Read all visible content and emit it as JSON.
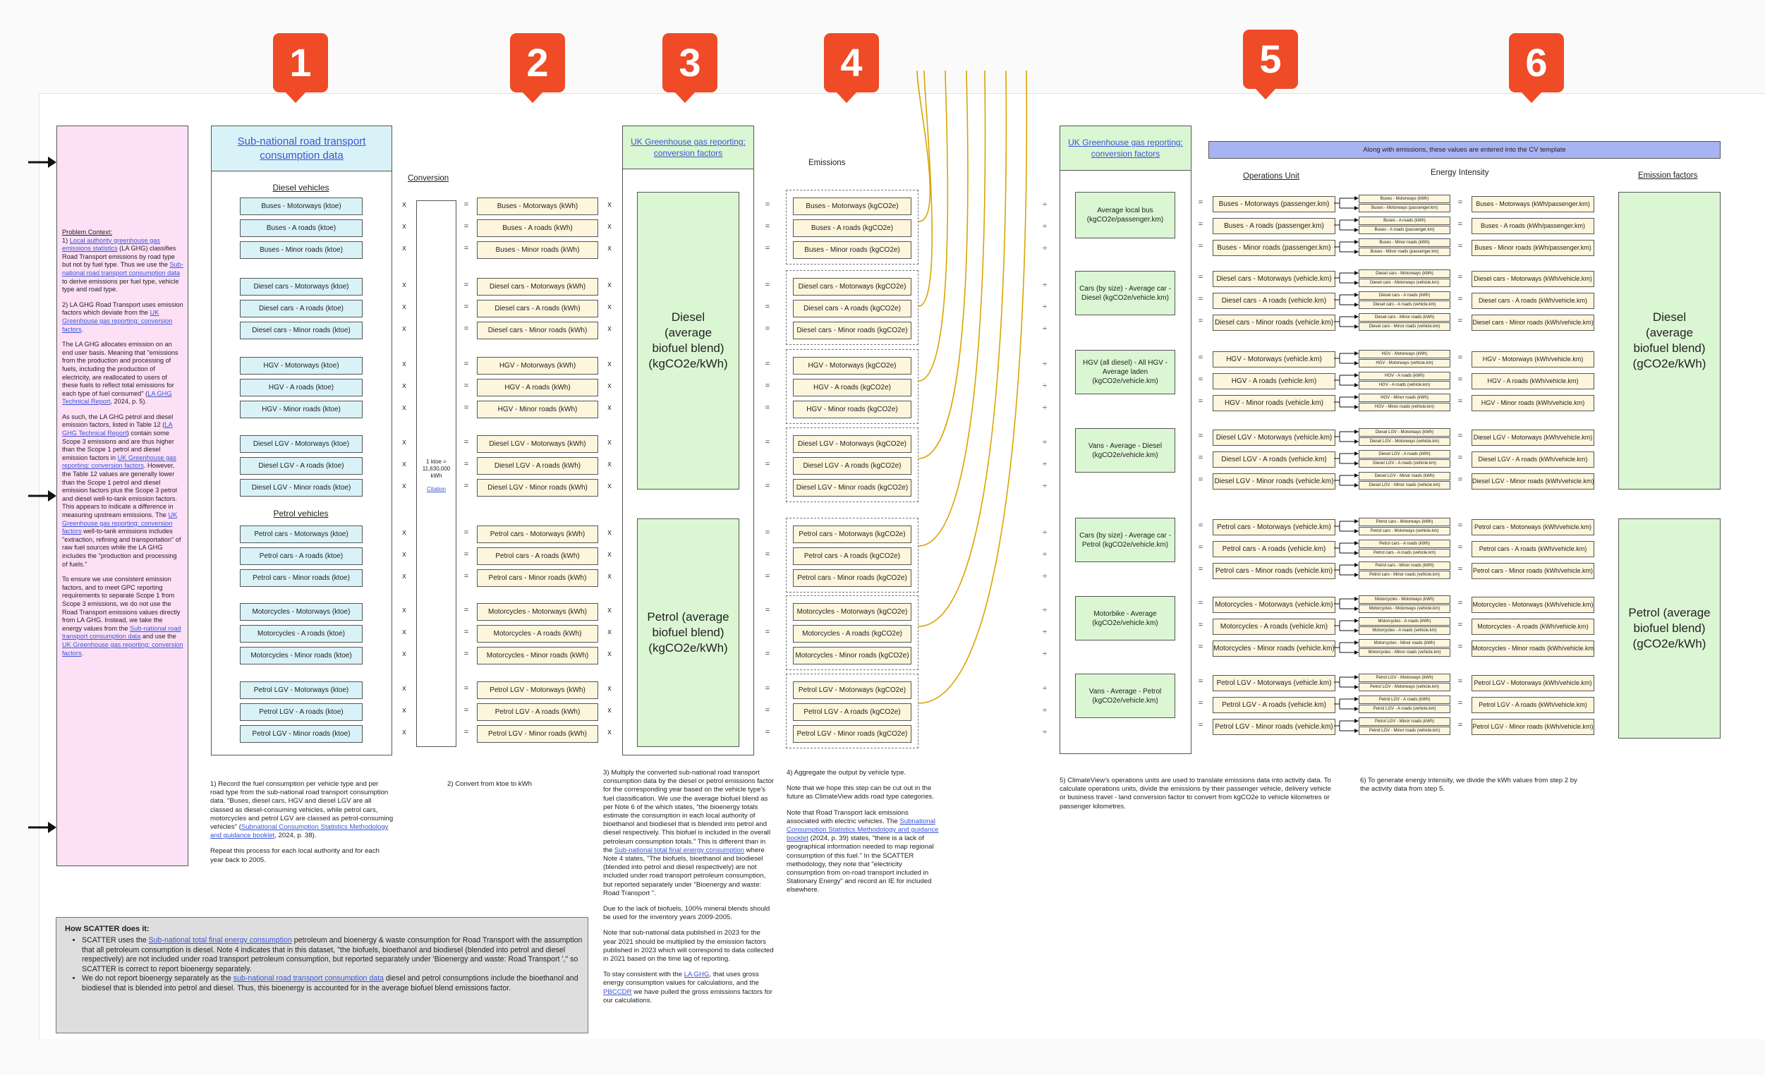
{
  "markers": [
    "1",
    "2",
    "3",
    "4",
    "5",
    "6"
  ],
  "step1": {
    "title": "Sub-national road transport consumption data",
    "diesel_heading": "Diesel vehicles",
    "petrol_heading": "Petrol vehicles",
    "diesel_items": [
      "Buses - Motorways (ktoe)",
      "Buses - A roads (ktoe)",
      "Buses - Minor roads (ktoe)",
      "Diesel cars - Motorways (ktoe)",
      "Diesel cars - A roads (ktoe)",
      "Diesel cars - Minor roads (ktoe)",
      "HGV - Motorways (ktoe)",
      "HGV - A roads (ktoe)",
      "HGV - Minor roads (ktoe)",
      "Diesel LGV - Motorways (ktoe)",
      "Diesel LGV - A roads (ktoe)",
      "Diesel LGV - Minor roads (ktoe)"
    ],
    "petrol_items": [
      "Petrol cars - Motorways (ktoe)",
      "Petrol cars - A roads (ktoe)",
      "Petrol cars - Minor roads (ktoe)",
      "Motorcycles - Motorways (ktoe)",
      "Motorcycles - A roads (ktoe)",
      "Motorcycles - Minor roads (ktoe)",
      "Petrol LGV - Motorways (ktoe)",
      "Petrol LGV - A roads (ktoe)",
      "Petrol LGV - Minor roads (ktoe)"
    ],
    "note_p1": "1) Record the fuel consumption per vehicle type and per road type from the sub-national road transport consumption data. \"Buses, diesel cars, HGV and diesel LGV are all classed as diesel-consuming vehicles, while petrol cars, motorcycles and petrol LGV are classed as petrol-consuming vehicles\" (",
    "note_link": "Subnational Consumption Statistics Methodology and guidance booklet",
    "note_p1_end": ", 2024, p. 38).",
    "note_p2": "Repeat this process for each local authority and for each year back to 2005."
  },
  "conversion": {
    "heading": "Conversion",
    "factor": "1 ktoe = 11,630,000 kWh",
    "citation": "Citation",
    "note": "2) Convert from ktoe to kWh"
  },
  "step2": {
    "items": [
      "Buses - Motorways (kWh)",
      "Buses - A roads (kWh)",
      "Buses - Minor roads (kWh)",
      "Diesel cars - Motorways (kWh)",
      "Diesel cars - A roads (kWh)",
      "Diesel cars - Minor roads (kWh)",
      "HGV - Motorways (kWh)",
      "HGV - A roads (kWh)",
      "HGV - Minor roads (kWh)",
      "Diesel LGV - Motorways (kWh)",
      "Diesel LGV - A roads (kWh)",
      "Diesel LGV - Minor roads (kWh)",
      "Petrol cars - Motorways (kWh)",
      "Petrol cars - A roads (kWh)",
      "Petrol cars - Minor roads (kWh)",
      "Motorcycles - Motorways (kWh)",
      "Motorcycles - A roads (kWh)",
      "Motorcycles - Minor roads (kWh)",
      "Petrol LGV - Motorways (kWh)",
      "Petrol LGV - A roads (kWh)",
      "Petrol LGV - Minor roads (kWh)"
    ]
  },
  "step3": {
    "title": "UK Greenhouse gas reporting: conversion factors",
    "diesel": "Diesel (average biofuel blend) (kgCO2e/kWh)",
    "petrol": "Petrol (average biofuel blend) (kgCO2e/kWh)",
    "note_p1a": "3) Multiply the converted sub-national road transport consumption data by the diesel or petrol emissions factor for the corresponding year based on the vehicle type's fuel classification. We use the average biofuel blend as per Note 6 of the which states, \"the bioenergy totals estimate the consumption in each local authority of bioethanol and biodiesel that is blended into petrol and diesel respectively. This biofuel is included in the overall petroleum consumption totals.\" This is different than in the ",
    "note_link1": "Sub-national total final energy consumption",
    "note_p1b": " where Note 4 states, \"The biofuels, bioethanol and biodiesel (blended into petrol and diesel respectively) are not included under road transport petroleum consumption, but reported separately under \"Bioenergy and waste: Road Transport \".",
    "note_p2": "Due to the lack of biofuels, 100% mineral blends should be used for the inventory years 2009-2005.",
    "note_p3": "Note that sub-national data published in 2023 for the year 2021 should be multiplied by the emission factors published in 2023 which will correspond to data collected in 2021 based on the time lag of reporting.",
    "note_p4a": "To stay consistent with the ",
    "note_link2": "LA GHG",
    "note_p4b": ", that uses gross energy consumption values for calculations, and the ",
    "note_link3": "PBCCDR",
    "note_p4c": " we have pulled the gross emissions factors for our calculations."
  },
  "step4": {
    "heading": "Emissions",
    "items": [
      "Buses - Motorways (kgCO2e)",
      "Buses - A roads (kgCO2e)",
      "Buses - Minor roads (kgCO2e)",
      "Diesel cars - Motorways (kgCO2e)",
      "Diesel cars - A roads (kgCO2e)",
      "Diesel cars - Minor roads (kgCO2e)",
      "HGV - Motorways (kgCO2e)",
      "HGV - A roads (kgCO2e)",
      "HGV - Minor roads (kgCO2e)",
      "Diesel LGV - Motorways (kgCO2e)",
      "Diesel LGV - A roads (kgCO2e)",
      "Diesel LGV - Minor roads (kgCO2e)",
      "Petrol cars - Motorways (kgCO2e)",
      "Petrol cars - A roads (kgCO2e)",
      "Petrol cars - Minor roads (kgCO2e)",
      "Motorcycles - Motorways (kgCO2e)",
      "Motorcycles - A roads (kgCO2e)",
      "Motorcycles - Minor roads (kgCO2e)",
      "Petrol LGV - Motorways (kgCO2e)",
      "Petrol LGV - A roads (kgCO2e)",
      "Petrol LGV - Minor roads (kgCO2e)"
    ],
    "note_p1": "4) Aggregate the output by vehicle type.",
    "note_p2": "Note that we hope this step can be cut out in the future as ClimateView adds road type categories.",
    "note_p3a": "Note that Road Transport lack emissions associated with electric vehicles. The ",
    "note_link": "Subnational Consumption Statistics Methodology and guidance booklet",
    "note_p3b": " (2024, p. 39) states, \"there is a lack of geographical information needed to map regional consumption of this fuel.\" In the SCATTER methodology, they note that \"electricity consumption from on-road transport included in Stationary Energy\" and record an IE for included elsewhere."
  },
  "step5": {
    "title": "UK Greenhouse gas reporting: conversion factors",
    "factors": [
      "Average local bus (kgCO2e/passenger.km)",
      "Cars (by size) - Average car - Diesel (kgCO2e/vehicle.km)",
      "HGV (all diesel) - All HGV - Average laden (kgCO2e/vehicle.km)",
      "Vans - Average - Diesel (kgCO2e/vehicle.km)",
      "Cars (by size) - Average car - Petrol (kgCO2e/vehicle.km)",
      "Motorbike - Average (kgCO2e/vehicle.km)",
      "Vans - Average - Petrol (kgCO2e/vehicle.km)"
    ],
    "ops_heading": "Operations Unit",
    "ops": [
      "Buses - Motorways (passenger.km)",
      "Buses - A roads (passenger.km)",
      "Buses - Minor roads (passenger.km)",
      "Diesel cars - Motorways (vehicle.km)",
      "Diesel cars - A roads (vehicle.km)",
      "Diesel cars - Minor roads (vehicle.km)",
      "HGV - Motorways (vehicle.km)",
      "HGV - A roads (vehicle.km)",
      "HGV - Minor roads (vehicle.km)",
      "Diesel LGV - Motorways (vehicle.km)",
      "Diesel LGV - A roads (vehicle.km)",
      "Diesel LGV - Minor roads (vehicle.km)",
      "Petrol cars - Motorways (vehicle.km)",
      "Petrol cars - A roads (vehicle.km)",
      "Petrol cars - Minor roads (vehicle.km)",
      "Motorcycles - Motorways (vehicle.km)",
      "Motorcycles - A roads (vehicle.km)",
      "Motorcycles - Minor roads (vehicle.km)",
      "Petrol LGV - Motorways (vehicle.km)",
      "Petrol LGV - A roads (vehicle.km)",
      "Petrol LGV - Minor roads (vehicle.km)"
    ],
    "note": "5) ClimateView's operations units are used to translate emissions data into activity data. To calculate operations units, divide the emissions by their passenger vehicle, delivery vehicle or business travel - land conversion factor to convert from kgCO2e to vehicle kilometres or passenger kilometres."
  },
  "step6": {
    "banner": "Along with emissions, these values are entered into the CV template",
    "ei_heading": "Energy Intensity",
    "ef_heading": "Emission factors",
    "ei_num": [
      "Buses - Motorways (kWh)",
      "Buses - A roads (kWh)",
      "Buses - Minor roads (kWh)",
      "Diesel cars - Motorways (kWh)",
      "Diesel cars - A roads (kWh)",
      "Diesel cars - Minor roads (kWh)",
      "HGV - Motorways (kWh)",
      "HGV - A roads (kWh)",
      "HGV - Minor roads (kWh)",
      "Diesel LGV - Motorways (kWh)",
      "Diesel LGV - A roads (kWh)",
      "Diesel LGV - Minor roads (kWh)",
      "Petrol cars - Motorways (kWh)",
      "Petrol cars - A roads (kWh)",
      "Petrol cars - Minor roads (kWh)",
      "Motorcycles - Motorways (kWh)",
      "Motorcycles - A roads (kWh)",
      "Motorcycles - Minor roads (kWh)",
      "Petrol LGV - Motorways (kWh)",
      "Petrol LGV - A roads (kWh)",
      "Petrol LGV - Minor roads (kWh)"
    ],
    "ei_den": [
      "Buses - Motorways (passenger.km)",
      "Buses - A roads (passenger.km)",
      "Buses - Minor roads (passenger.km)",
      "Diesel cars - Motorways (vehicle.km)",
      "Diesel cars - A roads (vehicle.km)",
      "Diesel cars - Minor roads (vehicle.km)",
      "HGV - Motorways (vehicle.km)",
      "HGV - A roads (vehicle.km)",
      "HGV - Minor roads (vehicle.km)",
      "Diesel LGV - Motorways (vehicle.km)",
      "Diesel LGV - A roads (vehicle.km)",
      "Diesel LGV - Minor roads (vehicle.km)",
      "Petrol cars - Motorways (vehicle.km)",
      "Petrol cars - A roads (vehicle.km)",
      "Petrol cars - Minor roads (vehicle.km)",
      "Motorcycles - Motorways (vehicle.km)",
      "Motorcycles - A roads (vehicle.km)",
      "Motorcycles - Minor roads (vehicle.km)",
      "Petrol LGV - Motorways (vehicle.km)",
      "Petrol LGV - A roads (vehicle.km)",
      "Petrol LGV - Minor roads (vehicle.km)"
    ],
    "results": [
      "Buses - Motorways (kWh/passenger.km)",
      "Buses - A roads (kWh/passenger.km)",
      "Buses - Minor roads (kWh/passenger.km)",
      "Diesel cars - Motorways (kWh/vehicle.km)",
      "Diesel cars - A roads (kWh/vehicle.km)",
      "Diesel cars - Minor roads (kWh/vehicle.km)",
      "HGV - Motorways (kWh/vehicle.km)",
      "HGV - A roads (kWh/vehicle.km)",
      "HGV - Minor roads (kWh/vehicle.km)",
      "Diesel LGV - Motorways (kWh/vehicle.km)",
      "Diesel LGV - A roads (kWh/vehicle.km)",
      "Diesel LGV - Minor roads (kWh/vehicle.km)",
      "Petrol cars - Motorways (kWh/vehicle.km)",
      "Petrol cars - A roads (kWh/vehicle.km)",
      "Petrol cars - Minor roads (kWh/vehicle.km)",
      "Motorcycles - Motorways (kWh/vehicle.km)",
      "Motorcycles - A roads (kWh/vehicle.km)",
      "Motorcycles - Minor roads (kWh/vehicle.km)",
      "Petrol LGV - Motorways (kWh/vehicle.km)",
      "Petrol LGV - A roads (kWh/vehicle.km)",
      "Petrol LGV - Minor roads (kWh/vehicle.km)"
    ],
    "diesel_ef": "Diesel (average biofuel blend) (gCO2e/kWh)",
    "petrol_ef": "Petrol (average biofuel blend) (gCO2e/kWh)",
    "note": "6) To generate energy intensity, we divide the kWh values from step 2 by the activity data from step 5."
  },
  "context": {
    "heading": "Problem Context:",
    "p1_a": "1) ",
    "p1_link1": "Local authority greenhouse gas emissions statistics",
    "p1_b": " (LA GHG) classifies Road Transport emissions by road type but not by fuel type. Thus we use the ",
    "p1_link2": "Sub-national road transport consumption data",
    "p1_c": " to derive emissions per fuel type, vehicle type and road type.",
    "p2_a": "2) LA GHG Road Transport uses emission factors which deviate from the ",
    "p2_link": "UK Greenhouse gas reporting: conversion factors",
    "p2_b": ".",
    "p3_a": "The LA GHG allocates emission on an end user basis. Meaning that \"emissions from the production and processing of fuels, including the production of electricity, are reallocated to users of these fuels to reflect total emissions for each type of fuel consumed\" (",
    "p3_link": "LA GHG Technical Report",
    "p3_b": ", 2024, p. 5).",
    "p4_a": "As such, the LA GHG petrol and diesel emission factors, listed in Table 12 (",
    "p4_link1": "LA GHG Technical Report",
    "p4_b": ") contain some Scope 3 emissions and are thus higher than the Scope 1 petrol and diesel emission factors in ",
    "p4_link2": "UK Greenhouse gas reporting: conversion factors",
    "p4_c": ". However, the Table 12 values are generally lower than the Scope 1 petrol and diesel emission factors plus the Scope 3 petrol and diesel well-to-tank emission factors. This appears to indicate a difference in measuring upstream emissions. The ",
    "p4_link3": "UK Greenhouse gas reporting: conversion factors",
    "p4_d": " well-to-tank emissions includes \"extraction, refining and transportation\" of raw fuel sources while the LA GHG includes the \"production and processing of fuels.\"",
    "p5_a": "To ensure we use consistent emission factors, and to meet GPC reporting requirements to separate Scope 1 from Scope 3 emissions, we do not use the Road Transport emissions values directly from LA GHG. Instead, we take the energy values from the ",
    "p5_link1": "Sub-national road transport consumption data",
    "p5_b": " and use the ",
    "p5_link2": "UK Greenhouse gas reporting: conversion factors",
    "p5_c": "."
  },
  "scatter": {
    "title": "How SCATTER does it:",
    "b1_a": "SCATTER uses the ",
    "b1_link": "Sub-national total final energy consumption",
    "b1_b": " petroleum and bioenergy & waste consumption for Road Transport with the assumption that all petroleum consumption is diesel. Note 4 indicates that in this dataset, \"the biofuels, bioethanol and biodiesel (blended into petrol and diesel respectively) are not included under road transport petroleum consumption, but reported separately under 'Bioenergy and waste: Road Transport ',\" so SCATTER is correct to report bioenergy separately.",
    "b2_a": "We do not report bioenergy separately as the ",
    "b2_link": "sub-national road transport consumption data",
    "b2_b": " diesel and petrol consumptions include the bioethanol and biodiesel that is blended into petrol and diesel. Thus, this bioenergy is accounted for in the average biofuel blend emissions factor."
  },
  "ops": {
    "multiply": "x",
    "equals": "=",
    "divide": "÷"
  },
  "colors": {
    "marker": "#ee4b26",
    "blue": "#d9f2f8",
    "yellow": "#fdf6dc",
    "green": "#dbf6d3",
    "pink": "#fde0f6",
    "banner": "#a8b3f4",
    "curve": "#d9a400",
    "link": "#3a55d6"
  }
}
